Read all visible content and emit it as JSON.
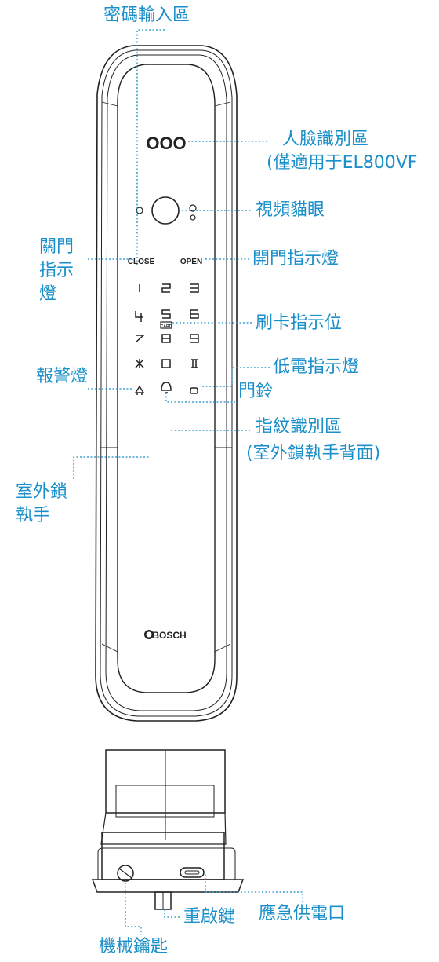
{
  "labels": {
    "keypad": "密碼輸入區",
    "face": "人臉識別區",
    "face_note": "(僅適用于EL800VF",
    "camera": "視頻貓眼",
    "close_light": "關門\n指示\n燈",
    "open_light": "開門指示燈",
    "card": "刷卡指示位",
    "low_battery": "低電指示燈",
    "alarm": "報警燈",
    "doorbell": "門鈴",
    "fingerprint": "指紋識別區",
    "fingerprint_note": "(室外鎖執手背面)",
    "handle": "室外鎖\n執手",
    "emergency_power": "應急供電口",
    "reset": "重啟鍵",
    "key": "機械鑰匙"
  },
  "device": {
    "close_text": "CLOSE",
    "open_text": "OPEN",
    "brand": "BOSCH",
    "card_text": "CARD",
    "face_sensors": "OOO"
  },
  "colors": {
    "label": "#1a8fc9",
    "leader": "#1a8fc9",
    "outline": "#222222"
  }
}
